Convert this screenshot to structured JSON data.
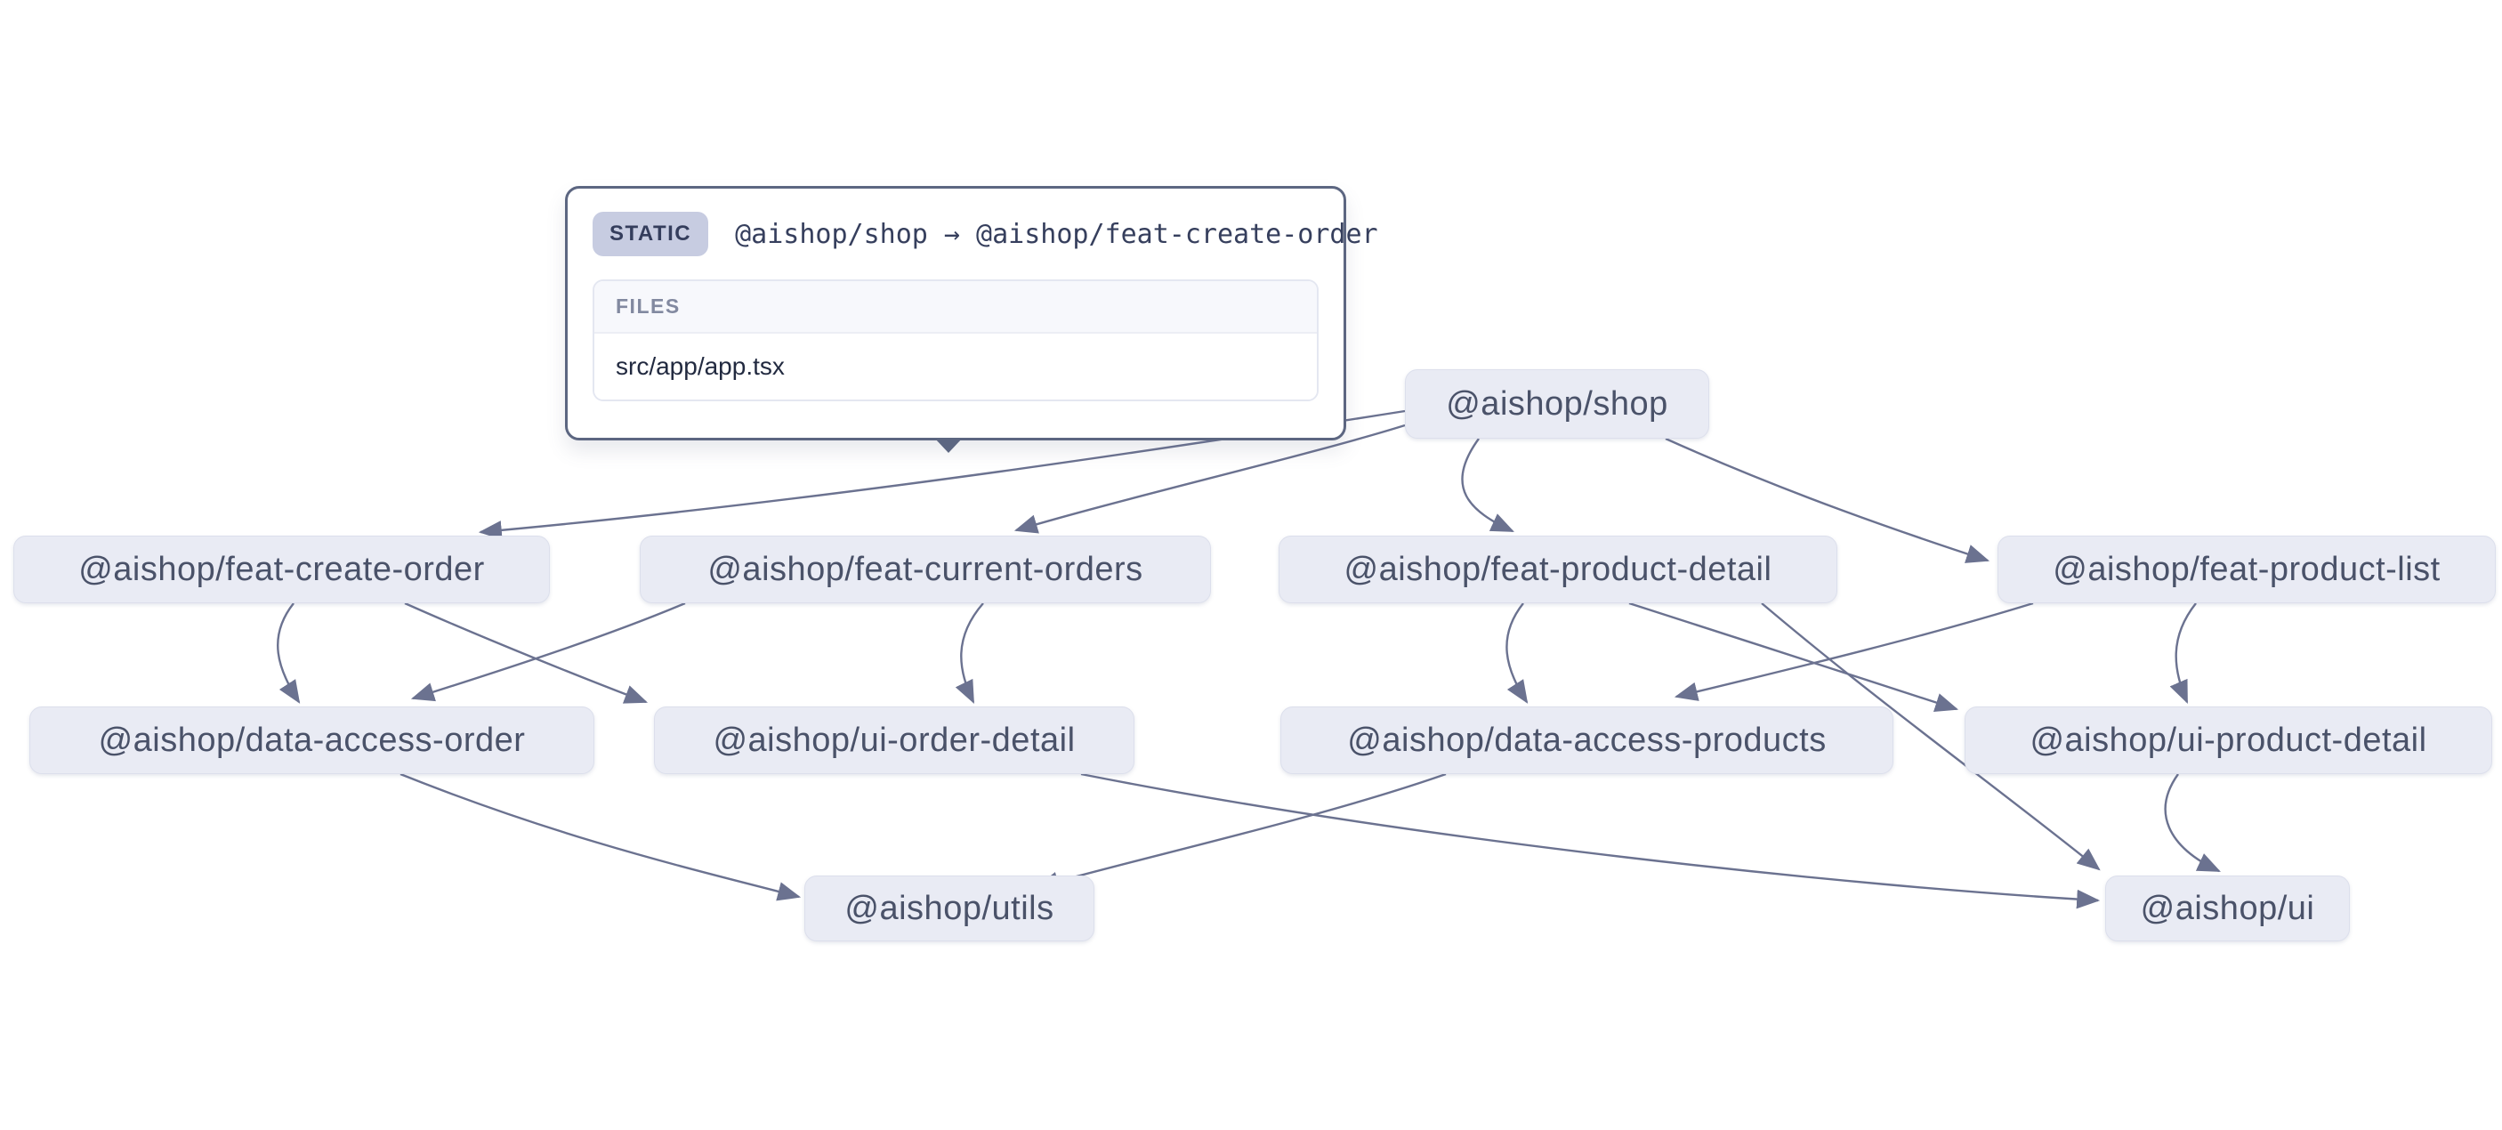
{
  "tooltip": {
    "badge": "STATIC",
    "title": "@aishop/shop → @aishop/feat-create-order",
    "files_header": "FILES",
    "files": [
      "src/app/app.tsx"
    ]
  },
  "graph": {
    "nodes": [
      {
        "id": "shop",
        "label": "@aishop/shop"
      },
      {
        "id": "feat-create-order",
        "label": "@aishop/feat-create-order"
      },
      {
        "id": "feat-current-orders",
        "label": "@aishop/feat-current-orders"
      },
      {
        "id": "feat-product-detail",
        "label": "@aishop/feat-product-detail"
      },
      {
        "id": "feat-product-list",
        "label": "@aishop/feat-product-list"
      },
      {
        "id": "data-access-order",
        "label": "@aishop/data-access-order"
      },
      {
        "id": "ui-order-detail",
        "label": "@aishop/ui-order-detail"
      },
      {
        "id": "data-access-products",
        "label": "@aishop/data-access-products"
      },
      {
        "id": "ui-product-detail",
        "label": "@aishop/ui-product-detail"
      },
      {
        "id": "utils",
        "label": "@aishop/utils"
      },
      {
        "id": "ui",
        "label": "@aishop/ui"
      }
    ],
    "edges": [
      {
        "source": "shop",
        "target": "feat-create-order"
      },
      {
        "source": "shop",
        "target": "feat-current-orders"
      },
      {
        "source": "shop",
        "target": "feat-product-detail"
      },
      {
        "source": "shop",
        "target": "feat-product-list"
      },
      {
        "source": "feat-create-order",
        "target": "data-access-order"
      },
      {
        "source": "feat-create-order",
        "target": "ui-order-detail"
      },
      {
        "source": "feat-current-orders",
        "target": "data-access-order"
      },
      {
        "source": "feat-current-orders",
        "target": "ui-order-detail"
      },
      {
        "source": "feat-product-detail",
        "target": "data-access-products"
      },
      {
        "source": "feat-product-detail",
        "target": "ui-product-detail"
      },
      {
        "source": "feat-product-detail",
        "target": "ui"
      },
      {
        "source": "feat-product-list",
        "target": "data-access-products"
      },
      {
        "source": "feat-product-list",
        "target": "ui-product-detail"
      },
      {
        "source": "data-access-order",
        "target": "utils"
      },
      {
        "source": "data-access-products",
        "target": "utils"
      },
      {
        "source": "ui-order-detail",
        "target": "ui"
      },
      {
        "source": "ui-product-detail",
        "target": "ui"
      }
    ]
  },
  "colors": {
    "background": "#ffffff",
    "node_fill": "#e9ebf4",
    "node_text": "#4a5269",
    "edge": "#6b7290",
    "tooltip_border": "#5c6681",
    "badge_fill": "#c7cce1",
    "badge_text": "#343d5c",
    "files_header_text": "#8289a0"
  }
}
